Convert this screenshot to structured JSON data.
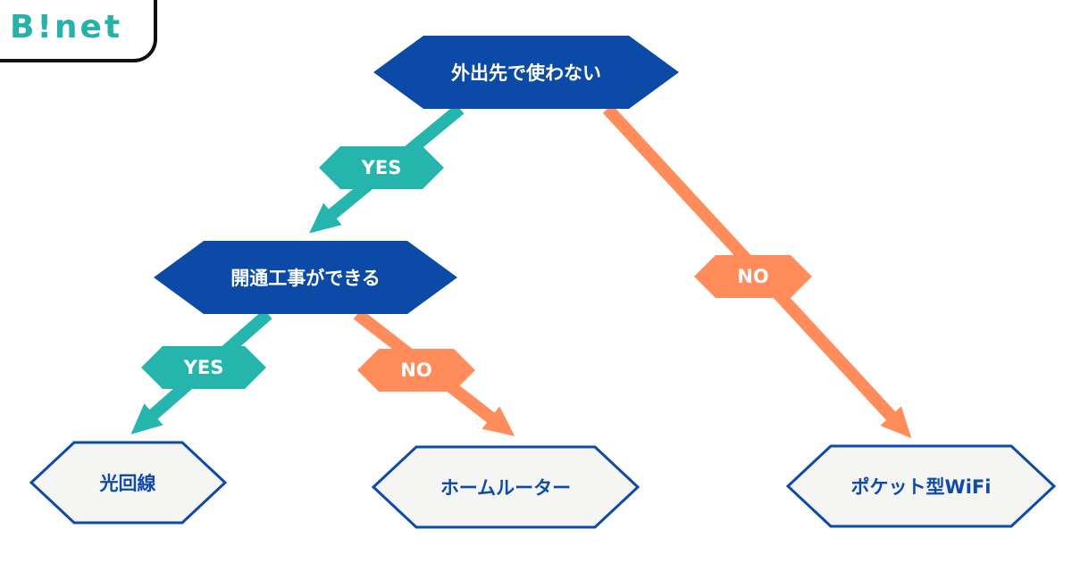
{
  "logo": {
    "text": "B!net"
  },
  "colors": {
    "decision": "#0b4aa6",
    "yes": "#26b5ad",
    "no": "#ff8c5a",
    "result_fill": "#f5f6f4",
    "result_border": "#0e4aa8"
  },
  "decisions": [
    {
      "id": "q1",
      "label": "外出先で使わない"
    },
    {
      "id": "q2",
      "label": "開通工事ができる"
    }
  ],
  "results": [
    {
      "id": "r1",
      "label": "光回線"
    },
    {
      "id": "r2",
      "label": "ホームルーター"
    },
    {
      "id": "r3",
      "label": "ポケット型WiFi"
    }
  ],
  "branches": [
    {
      "from": "q1",
      "to": "q2",
      "label": "YES"
    },
    {
      "from": "q1",
      "to": "r3",
      "label": "NO"
    },
    {
      "from": "q2",
      "to": "r1",
      "label": "YES"
    },
    {
      "from": "q2",
      "to": "r2",
      "label": "NO"
    }
  ]
}
